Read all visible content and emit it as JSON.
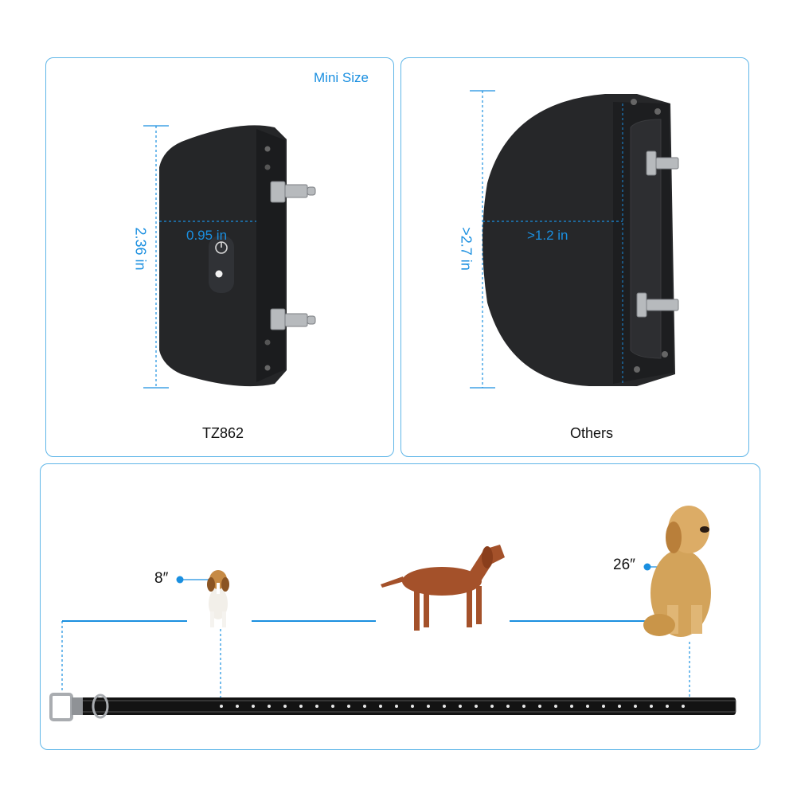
{
  "left_panel": {
    "badge": "Mini Size",
    "height_label": "2.36 in",
    "width_label": "0.95 in",
    "caption": "TZ862"
  },
  "right_panel": {
    "height_label": ">2.7 in",
    "width_label": ">1.2 in",
    "caption": "Others"
  },
  "bottom_panel": {
    "small_dog_label": "8″",
    "large_dog_label": "26″"
  },
  "colors": {
    "accent": "#1a8fe0",
    "border": "#5fb6e8",
    "device": "#262729"
  },
  "icons": [
    "power-icon"
  ]
}
